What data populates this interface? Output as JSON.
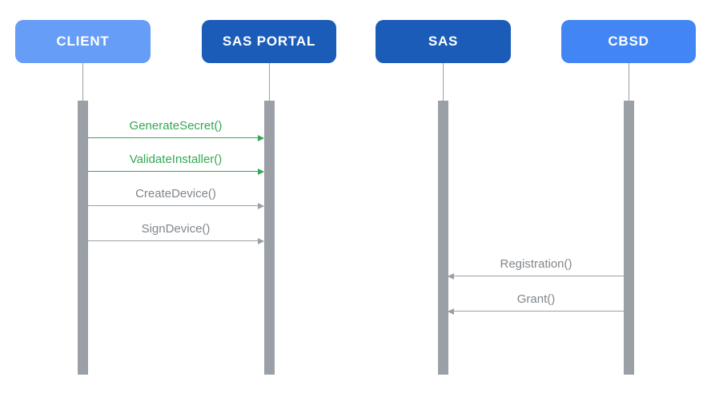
{
  "diagram": {
    "type": "sequence-diagram",
    "background": "#ffffff",
    "lifeline_color": "#9AA0A6",
    "actors": [
      {
        "id": "client",
        "label": "CLIENT",
        "color": "#669DF6",
        "text_color": "#ffffff"
      },
      {
        "id": "sas-portal",
        "label": "SAS PORTAL",
        "color": "#1A5CB8",
        "text_color": "#ffffff"
      },
      {
        "id": "sas",
        "label": "SAS",
        "color": "#1A5CB8",
        "text_color": "#ffffff"
      },
      {
        "id": "cbsd",
        "label": "CBSD",
        "color": "#4285F4",
        "text_color": "#ffffff"
      }
    ],
    "messages": [
      {
        "label": "GenerateSecret()",
        "from": "CLIENT",
        "to": "SAS PORTAL",
        "direction": "right",
        "line_color": "#34A853",
        "text_color": "#34A853"
      },
      {
        "label": "ValidateInstaller()",
        "from": "CLIENT",
        "to": "SAS PORTAL",
        "direction": "right",
        "line_color": "#34A853",
        "text_color": "#34A853"
      },
      {
        "label": "CreateDevice()",
        "from": "CLIENT",
        "to": "SAS PORTAL",
        "direction": "right",
        "line_color": "#9AA0A6",
        "text_color": "#80868B"
      },
      {
        "label": "SignDevice()",
        "from": "CLIENT",
        "to": "SAS PORTAL",
        "direction": "right",
        "line_color": "#9AA0A6",
        "text_color": "#80868B"
      },
      {
        "label": "Registration()",
        "from": "CBSD",
        "to": "SAS",
        "direction": "left",
        "line_color": "#9AA0A6",
        "text_color": "#80868B"
      },
      {
        "label": "Grant()",
        "from": "CBSD",
        "to": "SAS",
        "direction": "left",
        "line_color": "#9AA0A6",
        "text_color": "#80868B"
      }
    ]
  }
}
